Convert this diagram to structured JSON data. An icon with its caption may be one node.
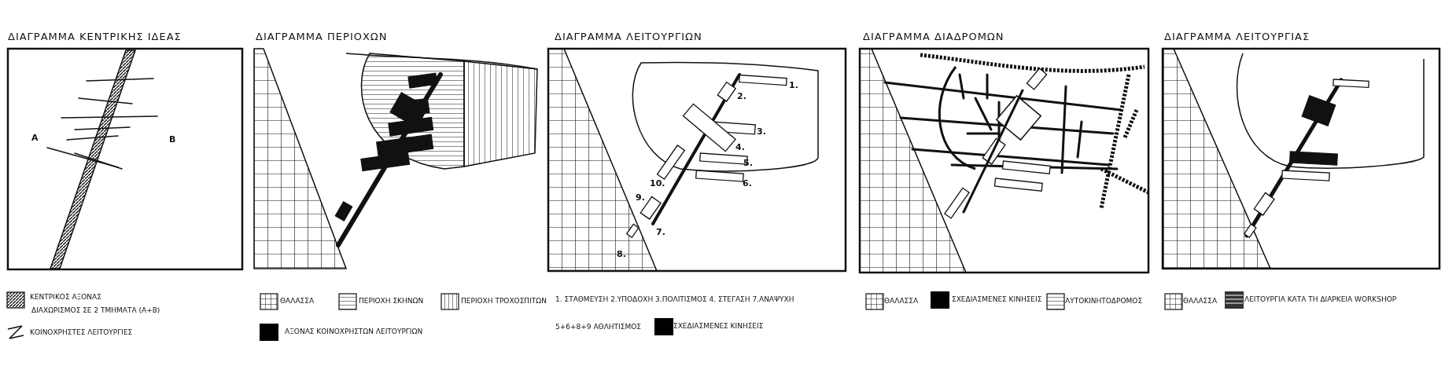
{
  "diagram": {
    "labels": [
      "ΔΙΑΓΡΑΜΜΑ ΚΕΝΤΡΙΚΗΣ ΙΔΕΑΣ",
      "ΔΙΑΓΡΑΜΜΑ ΠΕΡΙΟΧΩΝ",
      "ΔΙΑΓΡΑΜΜΑ ΛΕΙΤΟΥΡΓΙΩΝ",
      "ΔΙΑΓΡΑΜΜΑ ΔΙΑΔΡΟΜΩΝ",
      "ΔΙΑΓΡΑΜΜΑ ΛΕΙΤΟΥΡΓΙΑΣ",
      "Α",
      "Β",
      "1.",
      "2.",
      "3.",
      "4.",
      "5.",
      "6.",
      "7.",
      "8.",
      "9.",
      "10.",
      "ΔΙΑΧΩΡΙΣΜΟΣ ΣΕ 2 ΤΜΗΜΑΤΑ (Α+Β)",
      "1. ΣΤΑΘΜΕΥΣΗ 2.ΥΠΟΔΟΧΗ 3.ΠΟΛΙΤΙΣΜΟΣ 4. ΣΤΕΓΑΣΗ 7.ΑΝΑΨΥΧΗ",
      "5+6+8+9 ΑΘΛΗΤΙΣΜΟΣ"
    ],
    "legend": [
      {
        "text": "ΚΕΝΤΡΙΚΟΣ ΑΞΟΝΑΣ"
      },
      {
        "text": "ΚΟΙΝΟΧΡΗΣΤΕΣ ΛΕΙΤΟΥΡΓΙΕΣ"
      },
      {
        "text": "ΘΑΛΑΣΣΑ"
      },
      {
        "text": "ΠΕΡΙΟΧΗ ΣΚΗΝΩΝ"
      },
      {
        "text": "ΠΕΡΙΟΧΗ ΤΡΟΧΟΣΠΙΤΩΝ"
      },
      {
        "text": "ΑΞΟΝΑΣ ΚΟΙΝΟΧΡΗΣΤΩΝ ΛΕΙΤΟΥΡΓΙΩΝ",
        "color": "#000000"
      },
      {
        "text": "ΣΧΕΔΙΑΣΜΕΝΕΣ ΚΙΝΗΣΕΙΣ",
        "color": "#000000"
      },
      {
        "text": "ΘΑΛΑΣΣΑ"
      },
      {
        "text": "ΣΧΕΔΙΑΣΜΕΝΕΣ ΚΙΝΗΣΕΙΣ",
        "color": "#000000"
      },
      {
        "text": "ΑΥΤΟΚΙΝΗΤΟΔΡΟΜΟΣ"
      },
      {
        "text": "ΘΑΛΑΣΣΑ"
      },
      {
        "text": "ΛΕΙΤΟΥΡΓΙΑ ΚΑΤΑ ΤΗ ΔΙΑΡΚΕΙΑ WORKSHOP"
      }
    ]
  }
}
